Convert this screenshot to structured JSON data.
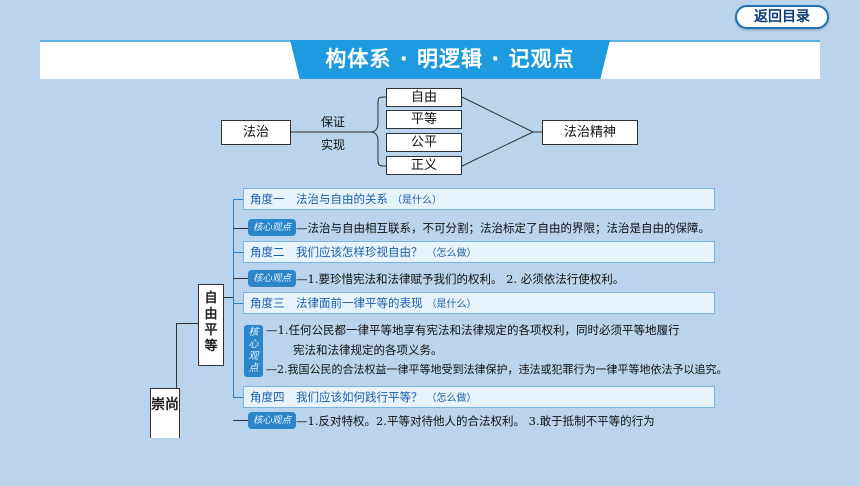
{
  "nav": {
    "back_label": "返回目录"
  },
  "banner": {
    "title": "构体系 · 明逻辑 · 记观点"
  },
  "diagram": {
    "left": "法治",
    "conn_top": "保证",
    "conn_bottom": "实现",
    "values": [
      "自由",
      "平等",
      "公平",
      "正义"
    ],
    "right": "法治精神"
  },
  "tree": {
    "root_partial": "崇尚",
    "branch": "自由平等",
    "badge_label": "核心观点",
    "angles": [
      {
        "title": "角度一　法治与自由的关系",
        "hint": "（是什么）"
      },
      {
        "title": "角度二　我们应该怎样珍视自由？",
        "hint": "（怎么做）"
      },
      {
        "title": "角度三　法律面前一律平等的表现",
        "hint": "（是什么）"
      },
      {
        "title": "角度四　我们应该如何践行平等？",
        "hint": "（怎么做）"
      }
    ],
    "points": [
      "—法治与自由相互联系，不可分割；法治标定了自由的界限；法治是自由的保障。",
      "—1.要珍惜宪法和法律赋予我们的权利。 2. 必须依法行使权利。",
      "—1.任何公民都一律平等地享有宪法和法律规定的各项权利，同时必须平等地履行",
      "宪法和法律规定的各项义务。",
      "—2.我国公民的合法权益一律平等地受到法律保护，违法或犯罪行为一律平等地依法予以追究。",
      "—1.反对特权。2.平等对待他人的合法权利。 3.敢于抵制不平等的行为"
    ]
  }
}
